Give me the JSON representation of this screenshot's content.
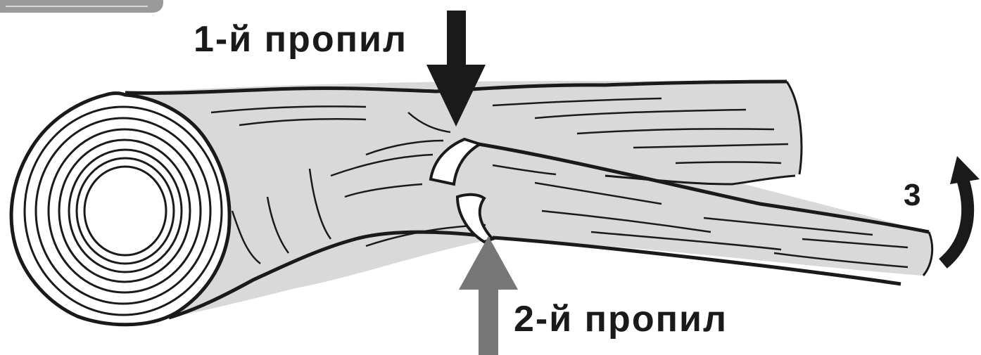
{
  "labels": {
    "cut1": "1-й пропил",
    "cut2": "2-й пропил",
    "step3": "3"
  },
  "colors": {
    "wood": "#d9d9d9",
    "outline": "#1a1a1a",
    "arrow_cut1": "#1a1a1a",
    "arrow_cut2": "#777777",
    "background": "#ffffff"
  }
}
